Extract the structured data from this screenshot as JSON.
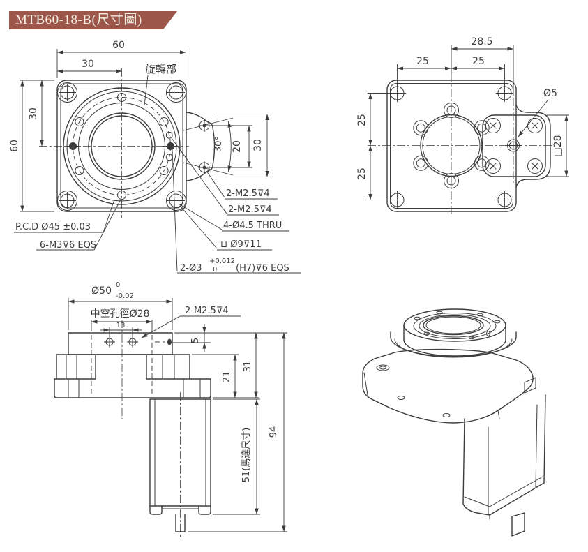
{
  "title": {
    "text": "MTB60-18-B(尺寸圖)"
  },
  "colors": {
    "banner_bg": "#9c574a",
    "banner_text": "#f5efe5",
    "line": "#3c3c3c",
    "background": "#ffffff"
  },
  "front_view": {
    "caption_rotating_part": "旋轉部",
    "dim_width_total": "60",
    "dim_width_half": "30",
    "dim_height_total": "60",
    "dim_height_half": "30",
    "dim_angle": "30°",
    "dim_tab_hole_span": "20",
    "dim_tab_height": "30",
    "label_tab_holes": "2-M2.5⊽4",
    "label_face_holes": "2-M2.5⊽4",
    "label_corner_holes": "4-Ø4.5 THRU",
    "label_counterbore": "⊔ Ø9⊽11",
    "label_pin_prefix": "2-Ø3",
    "label_pin_tol_upper": "+0.012",
    "label_pin_tol_lower": "0",
    "label_pin_suffix": "(H7)⊽6 EQS",
    "label_pcd": "P.C.D Ø45 ±0.03",
    "label_thread_circle": "6-M3⊽6 EQS"
  },
  "back_view": {
    "dim_motor_offset": "28.5",
    "dim_top_left": "25",
    "dim_top_right": "25",
    "dim_left_upper": "25",
    "dim_left_lower": "25",
    "label_motor_hole": "Ø5",
    "label_motor_square": "□28"
  },
  "side_view": {
    "dim_disc_dia": "Ø50",
    "dim_disc_tol_upper": "0",
    "dim_disc_tol_lower": "-0.02",
    "label_hollow_bore": "中空孔徑Ø28",
    "dim_hole_offset": "13",
    "label_top_holes": "2-M2.5⊽4",
    "dim_step": "5",
    "dim_body_lower": "21",
    "dim_body_total": "31",
    "dim_motor_len": "51(馬達尺寸)",
    "dim_total_height": "94"
  }
}
